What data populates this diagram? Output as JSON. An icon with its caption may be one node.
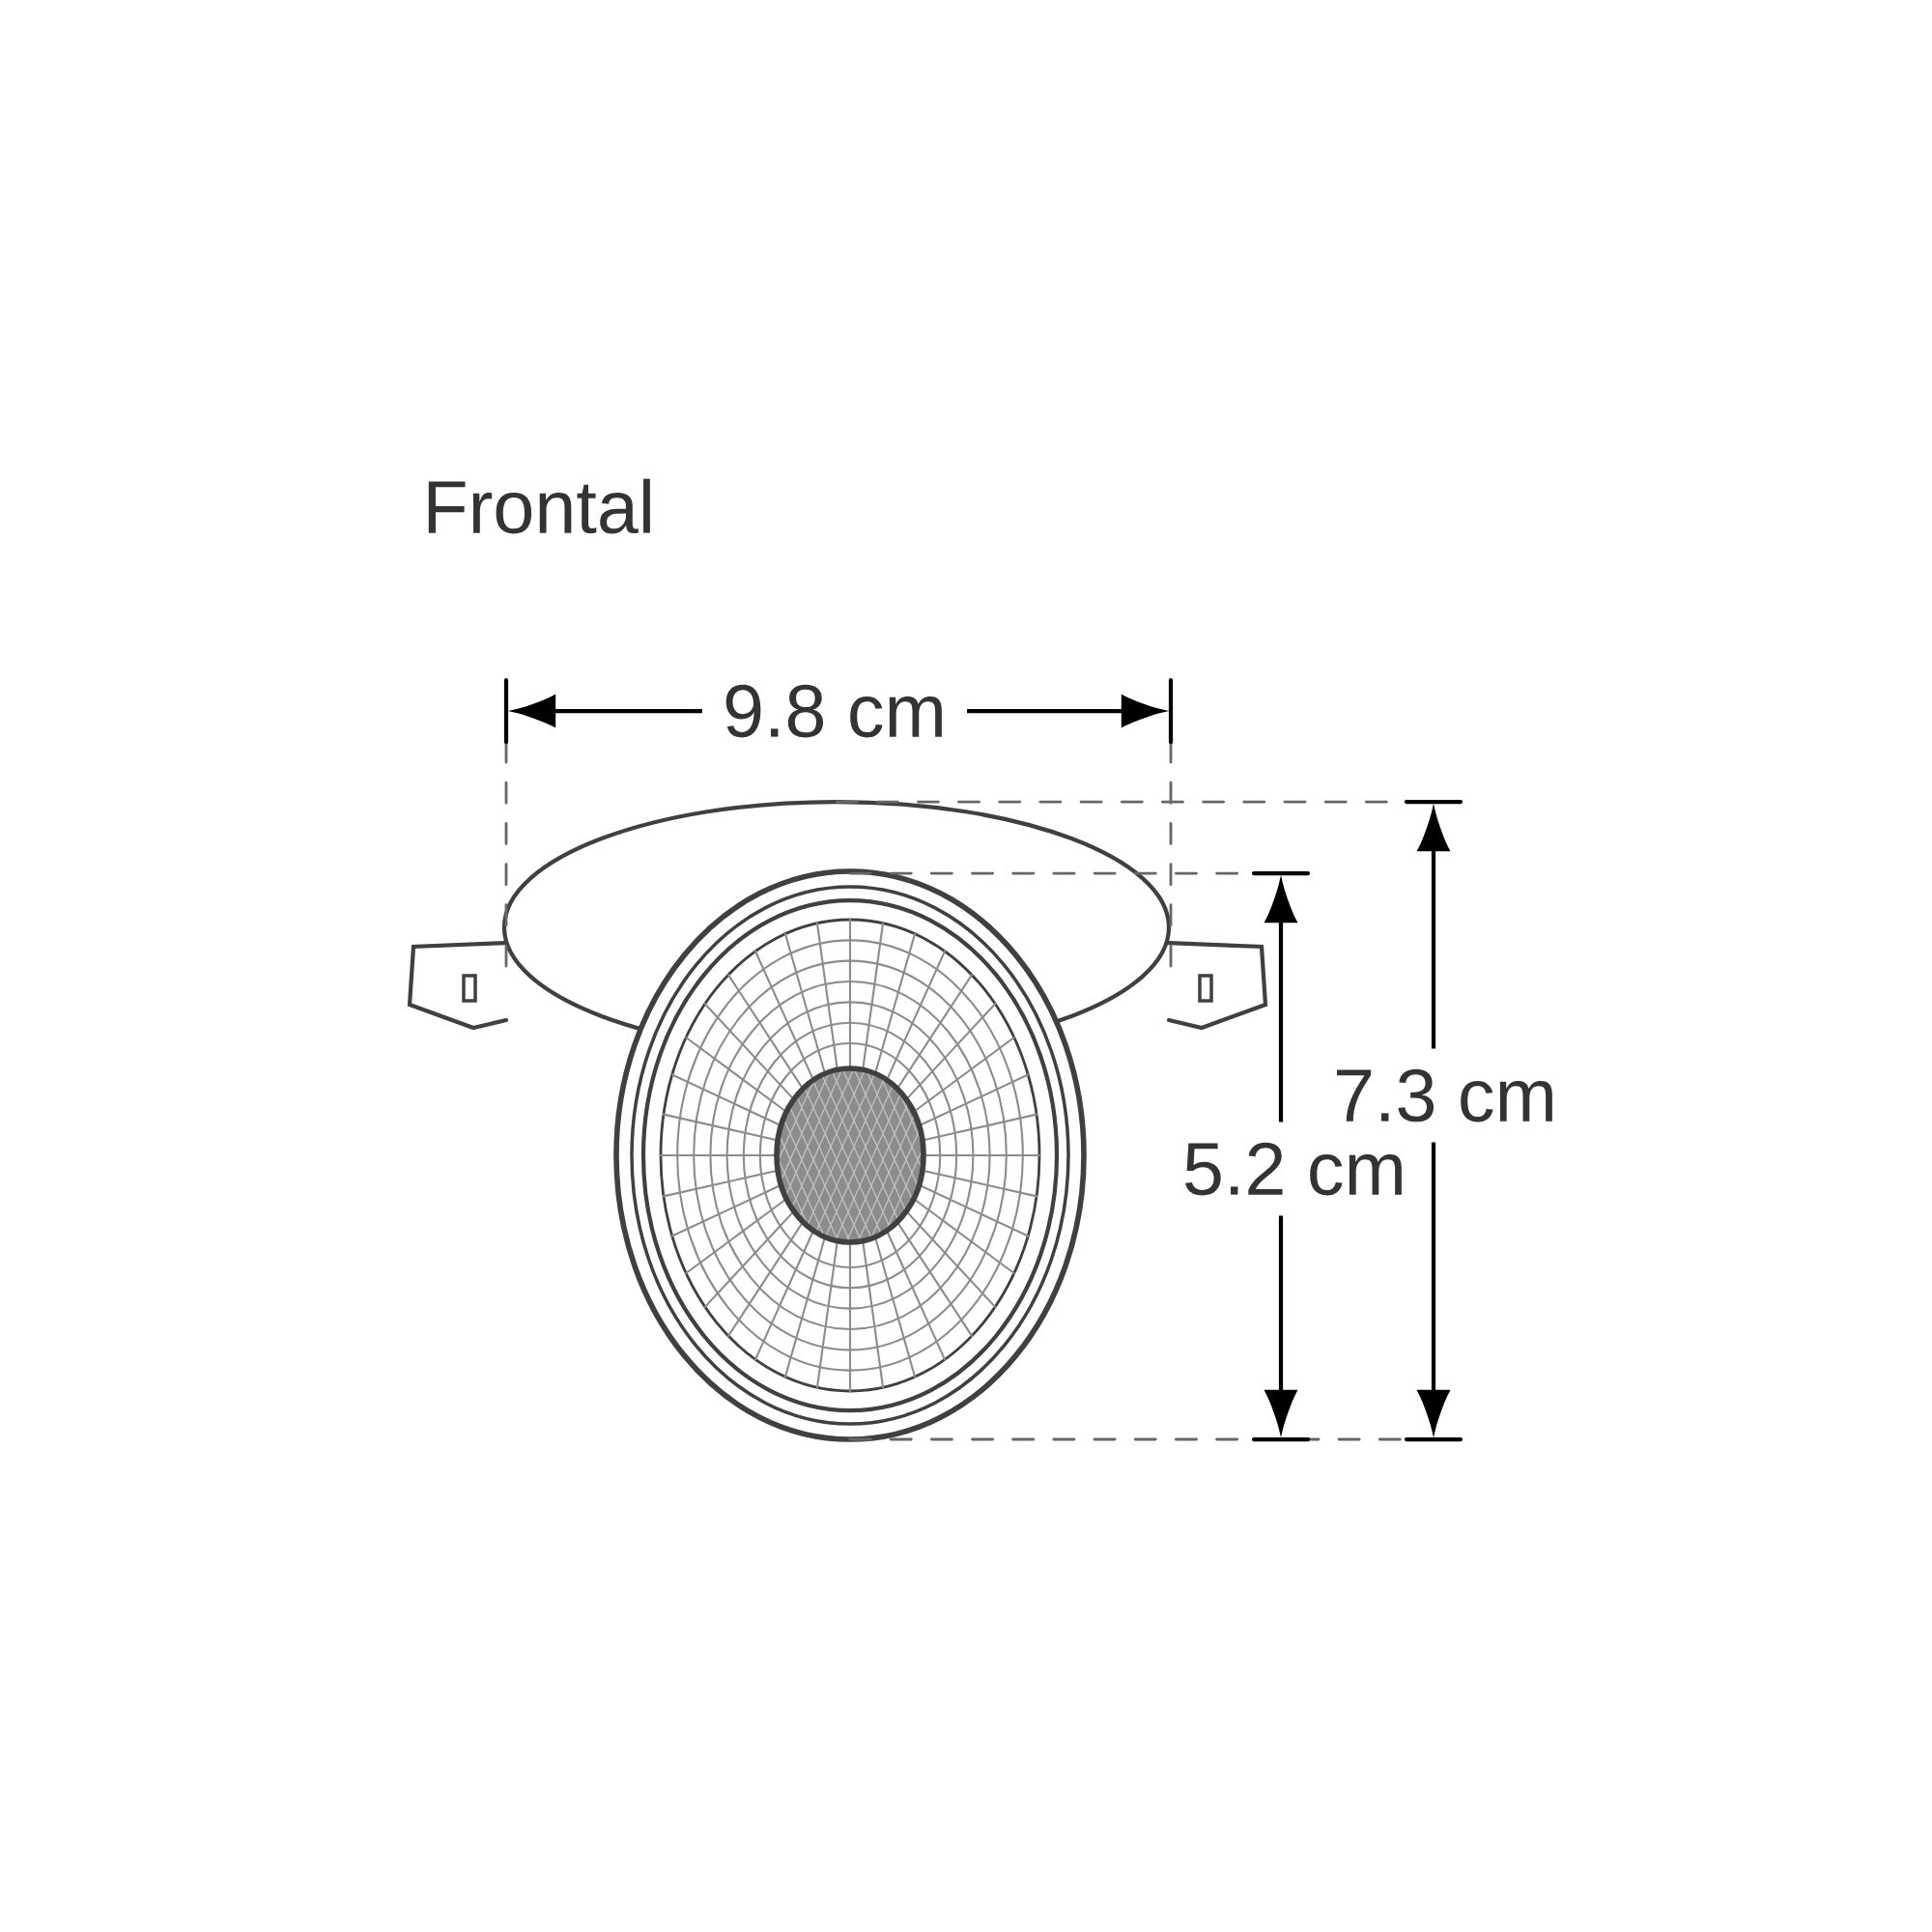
{
  "diagram": {
    "title": "Frontal",
    "labels": [
      "9.8 cm",
      "7.3 cm",
      "5.2 cm"
    ]
  }
}
